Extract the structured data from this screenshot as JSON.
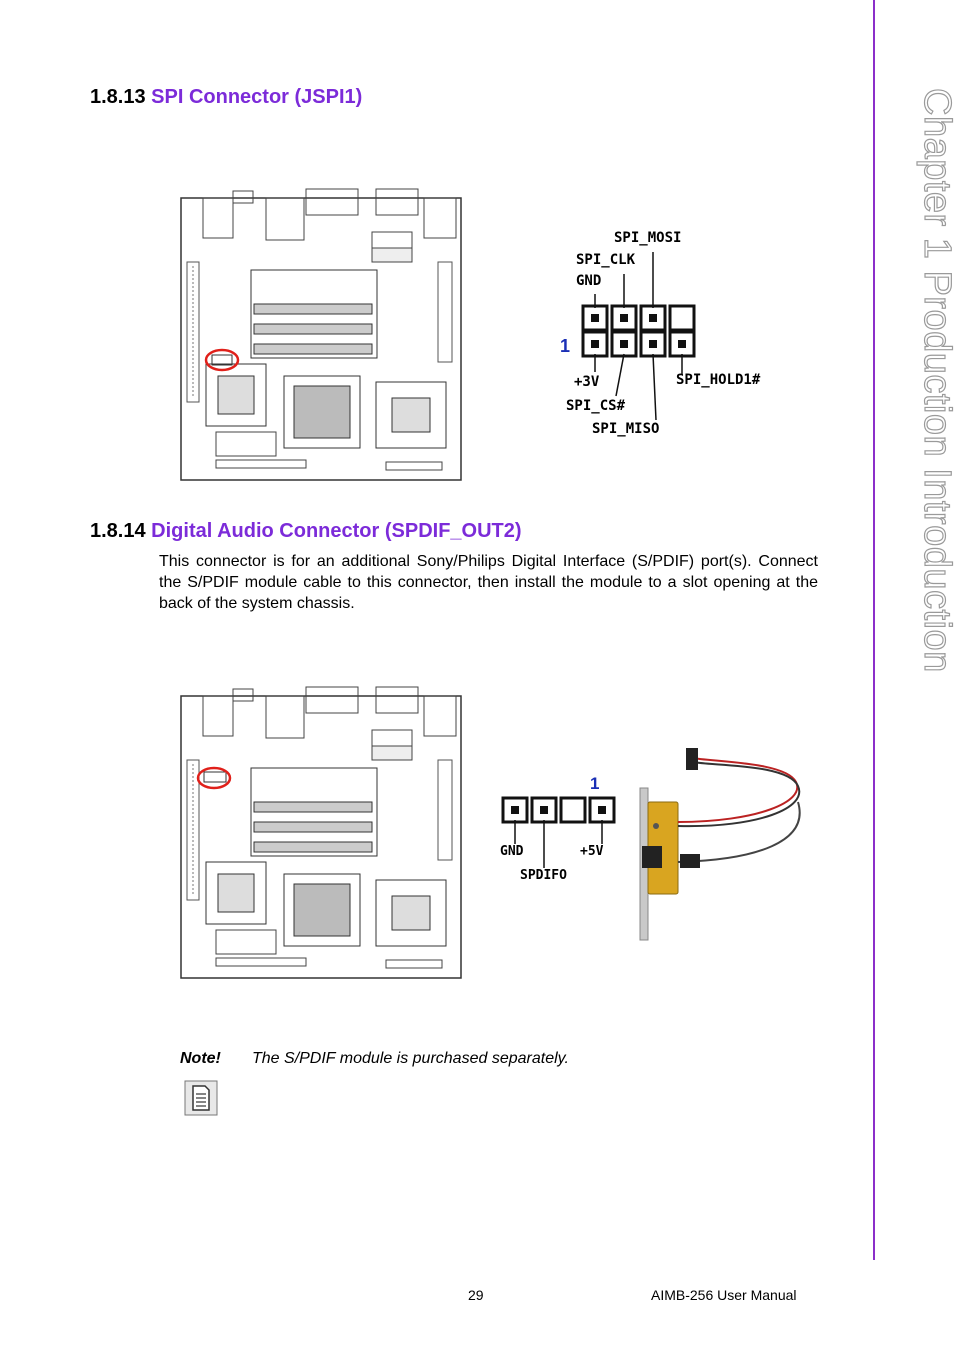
{
  "side_tab": {
    "text": "Chapter 1   Production Introduction"
  },
  "section_spi": {
    "number": "1.8.13",
    "title": "SPI Connector (JSPI1)",
    "pins": {
      "top": [
        "SPI_MOSI",
        "SPI_CLK",
        "GND"
      ],
      "bottom": [
        "+3V",
        "SPI_CS#",
        "SPI_MISO",
        "SPI_HOLD1#"
      ],
      "pin1": "1"
    }
  },
  "section_spdif": {
    "number": "1.8.14",
    "title": "Digital Audio Connector (SPDIF_OUT2)",
    "paragraph": "This connector is for an additional Sony/Philips Digital Interface (S/PDIF) port(s). Connect the S/PDIF module cable to this connector, then install the module to a slot opening at the back of the system chassis.",
    "pins": {
      "gnd": "GND",
      "vcc": "+5V",
      "out": "SPDIFO",
      "pin1": "1"
    }
  },
  "note": {
    "label": "Note!",
    "text": "The S/PDIF module is purchased separately.",
    "icon": "note-document-icon"
  },
  "footer": {
    "page": "29",
    "manual": "AIMB-256 User Manual"
  },
  "colors": {
    "accent": "#7c2bd9",
    "highlight_circle": "#e0201a",
    "pin1_label": "#1a2fb5"
  }
}
